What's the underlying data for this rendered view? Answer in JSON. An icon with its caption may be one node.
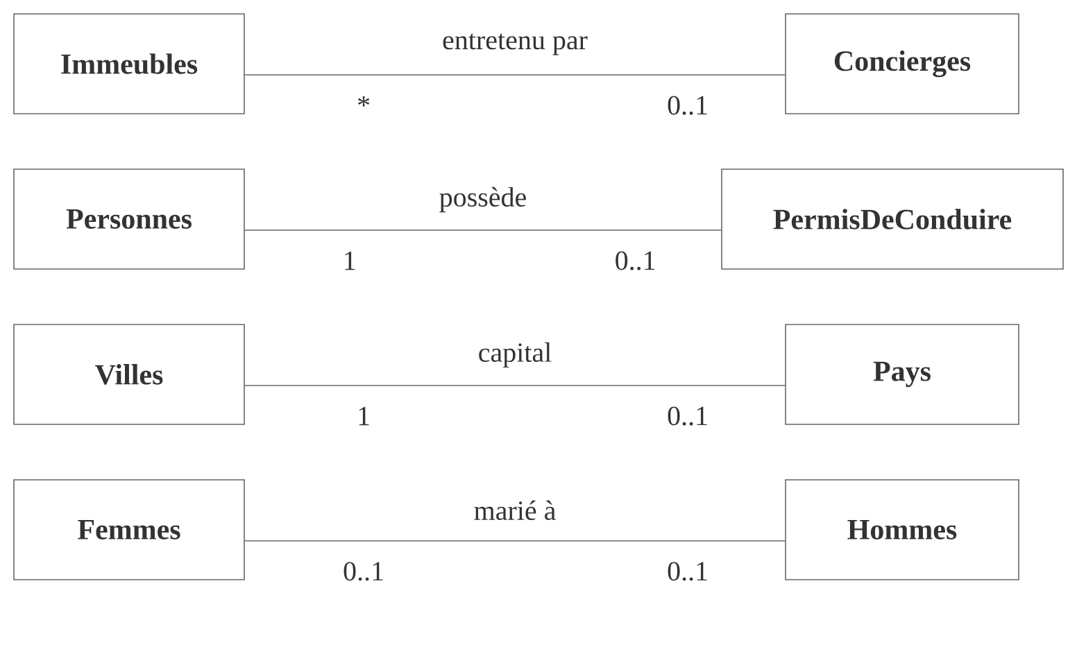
{
  "diagram": {
    "nodes": [
      {
        "text": [
          "Immeubles"
        ]
      },
      {
        "text": [
          "Concierges"
        ]
      },
      {
        "text": [
          "Personnes"
        ]
      },
      {
        "text": [
          "PermisDeConduire"
        ]
      },
      {
        "text": [
          "Villes"
        ]
      },
      {
        "text": [
          "Pays"
        ]
      },
      {
        "text": [
          "Femmes"
        ]
      },
      {
        "text": [
          "Hommes"
        ]
      }
    ],
    "edges": [
      {
        "from": 0,
        "to": 1,
        "arrow": "none",
        "label": "entretenu par"
      },
      {
        "from": 2,
        "to": 3,
        "arrow": "none",
        "label": "possède"
      },
      {
        "from": 4,
        "to": 5,
        "arrow": "none",
        "label": "capital"
      },
      {
        "from": 6,
        "to": 7,
        "arrow": "none",
        "label": "marié à"
      }
    ],
    "labels": [
      "*",
      "0..1",
      "1",
      "0..1",
      "1",
      "0..1",
      "0..1",
      "0..1"
    ]
  }
}
